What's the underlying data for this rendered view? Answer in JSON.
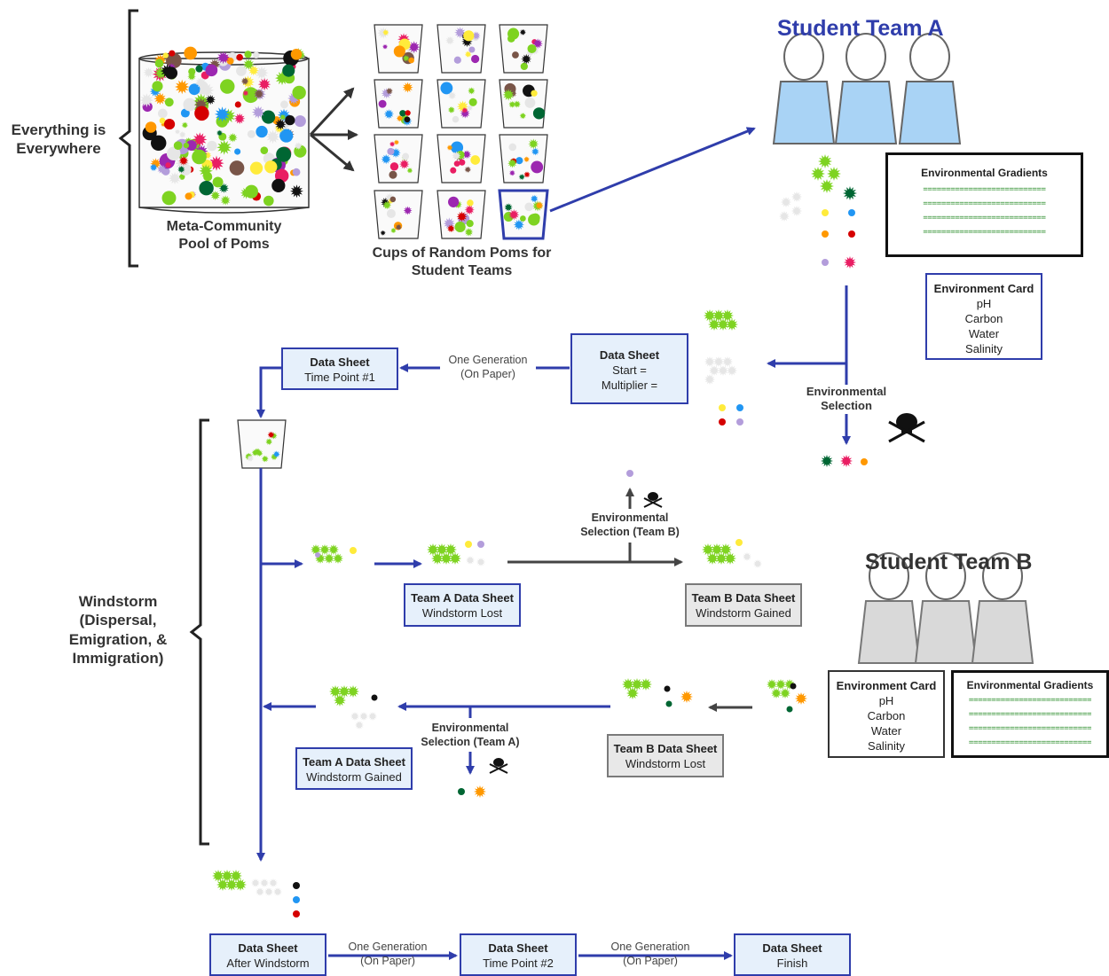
{
  "left_labels": {
    "everything": "Everything is Everywhere",
    "windstorm": "Windstorm (Dispersal, Emigration, & Immigration)"
  },
  "pool_label": "Meta-Community Pool of Poms",
  "cups_label": "Cups of Random Poms for Student Teams",
  "team_a": {
    "title": "Student Team A",
    "title_color": "#2f3dab"
  },
  "team_b": {
    "title": "Student Team B",
    "title_color": "#333333"
  },
  "env_gradients": {
    "title": "Environmental Gradients",
    "lines": [
      "===========================",
      "===========================",
      "===========================",
      "==========================="
    ]
  },
  "env_card": {
    "title": "Environment Card",
    "items": [
      "pH",
      "Carbon",
      "Water",
      "Salinity"
    ]
  },
  "env_selection": "Environmental Selection",
  "env_selection_b": "Environmental Selection (Team B)",
  "env_selection_a": "Environmental Selection (Team A)",
  "one_generation": "One Generation (On Paper)",
  "data_sheets": {
    "start": {
      "title": "Data Sheet",
      "line1": "Start =",
      "line2": "Multiplier ="
    },
    "tp1": {
      "title": "Data Sheet",
      "sub": "Time Point #1"
    },
    "team_a_lost": {
      "title": "Team A Data Sheet",
      "sub": "Windstorm Lost"
    },
    "team_b_gained": {
      "title": "Team B Data Sheet",
      "sub": "Windstorm Gained"
    },
    "team_b_lost": {
      "title": "Team B Data Sheet",
      "sub": "Windstorm Lost"
    },
    "team_a_gained": {
      "title": "Team A Data Sheet",
      "sub": "Windstorm Gained"
    },
    "after": {
      "title": "Data Sheet",
      "sub": "After Windstorm"
    },
    "tp2": {
      "title": "Data Sheet",
      "sub": "Time Point #2"
    },
    "finish": {
      "title": "Data Sheet",
      "sub": "Finish"
    }
  },
  "colors": {
    "arrow_blue": "#2f3dab",
    "arrow_grey": "#444444",
    "team_a_fill": "#a9d3f5",
    "team_b_fill": "#d9d9d9",
    "pom_green": "#7ed321",
    "pom_white": "#e6e6e6"
  },
  "icons": [
    "skull-crossbones-icon",
    "person-icon",
    "pom-icon",
    "cup-icon",
    "brace-icon"
  ]
}
